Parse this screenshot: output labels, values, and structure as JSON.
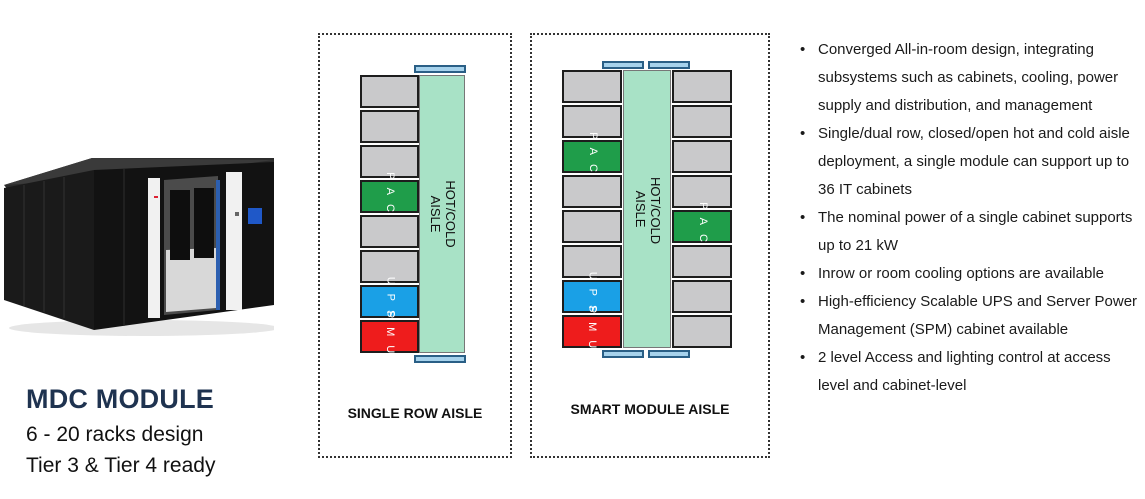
{
  "module": {
    "title": "MDC MODULE",
    "line1": "6 - 20 racks design",
    "line2": "Tier 3 & Tier 4 ready"
  },
  "panels": {
    "single_row": {
      "label": "SINGLE ROW AISLE",
      "aisle_text": "HOT/COLD AISLE",
      "rack_order": [
        "rack",
        "rack",
        "rack",
        "PAC",
        "rack",
        "rack",
        "UPS",
        "PMU"
      ]
    },
    "smart_module": {
      "label": "SMART MODULE AISLE",
      "aisle_text": "HOT/COLD AISLE",
      "left_row": [
        "rack",
        "rack",
        "PAC",
        "rack",
        "rack",
        "rack",
        "UPS",
        "PMU"
      ],
      "right_row": [
        "rack",
        "rack",
        "rack",
        "rack",
        "PAC",
        "rack",
        "rack",
        "rack"
      ]
    }
  },
  "unit_labels": {
    "pac": "PAC",
    "ups": "UPS",
    "pmu": "PMU"
  },
  "colors": {
    "pac": "#1f9d4a",
    "ups": "#1aa0e6",
    "pmu": "#ee1c1c",
    "rack": "#c9c9cb",
    "aisle": "#a8e2c6",
    "door": "#a6d2ec",
    "title": "#1f3350"
  },
  "bullets": [
    "Converged All-in-room design, integrating subsystems such as cabinets, cooling, power supply and distribution, and management",
    "Single/dual row, closed/open hot and cold aisle deployment, a single module can support up to 36 IT cabinets",
    "The nominal power of a single cabinet supports up to 21 kW",
    "Inrow or room cooling options are available",
    "High-efficiency Scalable UPS and Server Power Management (SPM) cabinet available",
    "2 level Access and lighting control at access level and cabinet-level"
  ]
}
